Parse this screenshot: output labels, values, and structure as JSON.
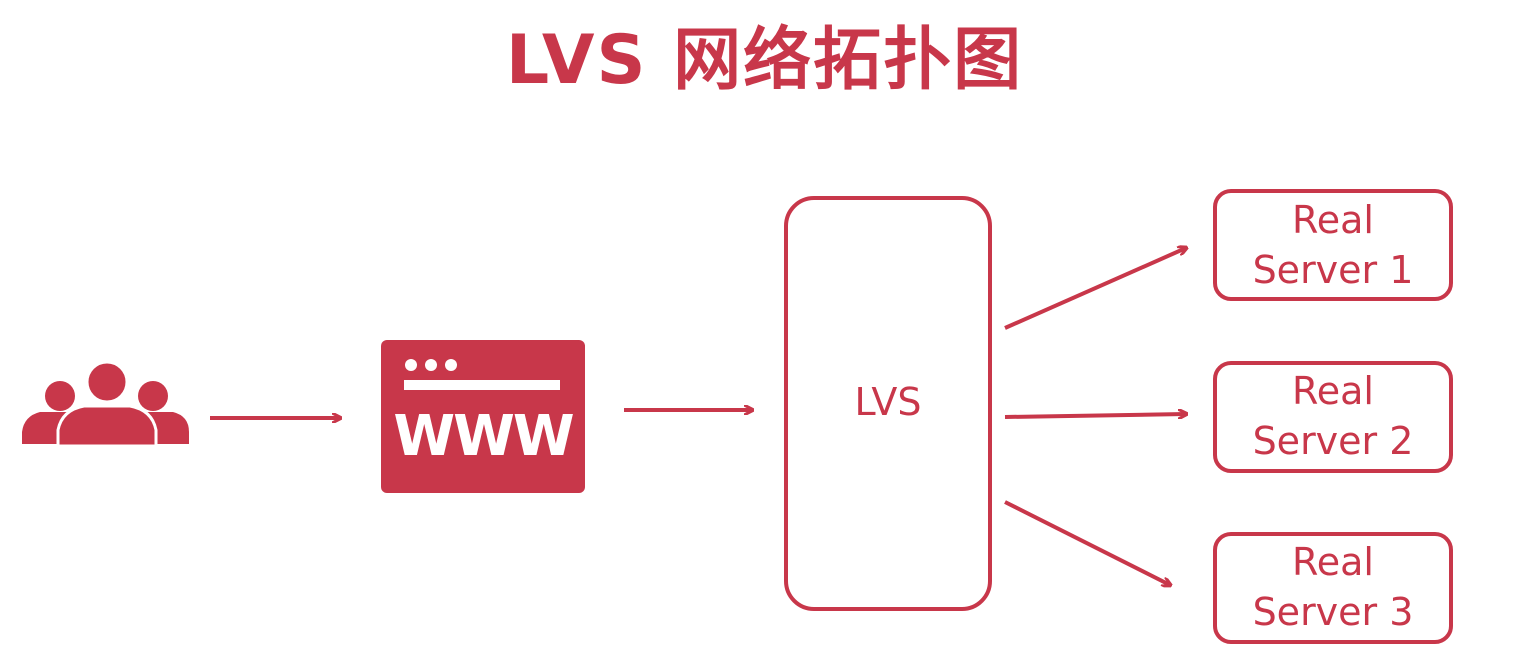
{
  "title": "LVS 网络拓扑图",
  "colors": {
    "accent": "#c8374a",
    "background": "#ffffff"
  },
  "nodes": {
    "users": {
      "icon": "users-group-icon"
    },
    "web": {
      "icon": "browser-window-icon",
      "text": "WWW"
    },
    "lvs": {
      "label": "LVS"
    },
    "servers": [
      {
        "line1": "Real",
        "line2": "Server 1"
      },
      {
        "line1": "Real",
        "line2": "Server 2"
      },
      {
        "line1": "Real",
        "line2": "Server 3"
      }
    ]
  },
  "edges": [
    {
      "from": "users",
      "to": "web"
    },
    {
      "from": "web",
      "to": "lvs"
    },
    {
      "from": "lvs",
      "to": "server-1"
    },
    {
      "from": "lvs",
      "to": "server-2"
    },
    {
      "from": "lvs",
      "to": "server-3"
    }
  ]
}
